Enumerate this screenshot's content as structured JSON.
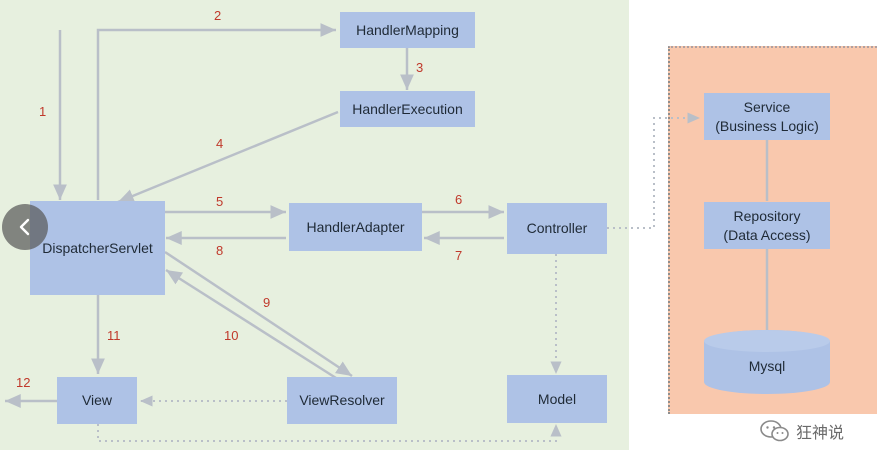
{
  "nodes": {
    "dispatcher": "DispatcherServlet",
    "handler_mapping": "HandlerMapping",
    "handler_execution": "HandlerExecution",
    "handler_adapter": "HandlerAdapter",
    "controller": "Controller",
    "view_resolver": "ViewResolver",
    "view": "View",
    "model": "Model",
    "service_line1": "Service",
    "service_line2": "(Business Logic)",
    "repository_line1": "Repository",
    "repository_line2": "(Data Access)",
    "mysql": "Mysql"
  },
  "steps": [
    "1",
    "2",
    "3",
    "4",
    "5",
    "6",
    "7",
    "8",
    "9",
    "10",
    "11",
    "12"
  ],
  "watermark": "狂神说",
  "colors": {
    "panel": "#e7f0df",
    "right_panel": "#f9c8ad",
    "box": "#aec2e6",
    "arrow": "#b9bfc8",
    "step_number": "#c0392b"
  }
}
